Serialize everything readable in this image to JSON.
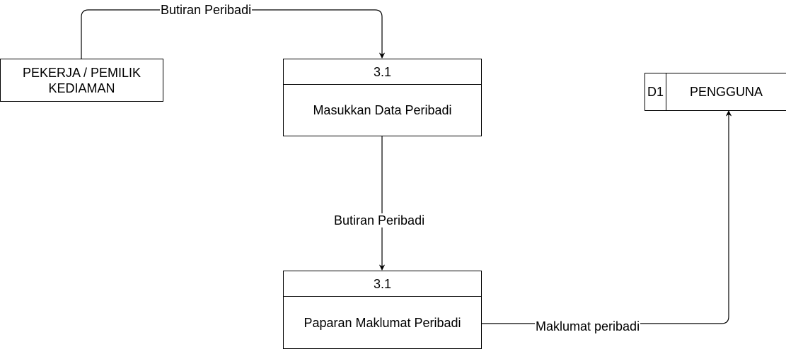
{
  "external_entity": {
    "label": "PEKERJA / PEMILIK KEDIAMAN"
  },
  "processes": [
    {
      "id": "3.1",
      "name": "Masukkan Data Peribadi"
    },
    {
      "id": "3.1",
      "name": "Paparan Maklumat Peribadi"
    }
  ],
  "data_store": {
    "id": "D1",
    "name": "PENGGUNA"
  },
  "flows": [
    {
      "label": "Butiran Peribadi"
    },
    {
      "label": "Butiran Peribadi"
    },
    {
      "label": "Maklumat peribadi"
    }
  ],
  "colors": {
    "stroke": "#000000",
    "background": "#ffffff"
  }
}
